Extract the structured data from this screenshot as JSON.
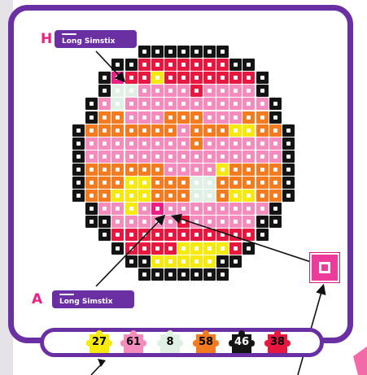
{
  "labels": {
    "top": {
      "letter": "H",
      "text": "Long Simstix"
    },
    "bottom": {
      "letter": "A",
      "text": "Long Simstix"
    }
  },
  "palette": {
    "K": "#141414",
    "R": "#e8173f",
    "M": "#ec1f87",
    "P": "#f48cbd",
    "O": "#f57b21",
    "Y": "#f5ea0b",
    "W": "#e0f0e5"
  },
  "grid": [
    "......KKKKKKK......",
    "....KKRRRRRRRKK....",
    "...KMRRYRRRRRRRK...",
    "...KWWPPPPRPPPPK...",
    "..KPWPPPPPPPPPPPK..",
    "..KOOPPPOOOPPPOOK..",
    ".KOOOOOOOPOOOYYOOK.",
    ".KPPPPPPPPOPPPPPPK.",
    ".KPPPPPPPPPPPPPPPK.",
    ".KOOOOOOPPPPYOOOOK.",
    ".KOOOYYOOOWWOOOOOK.",
    ".KOOYYYOOOWWOYYOOK.",
    "..KPPYPMPPPPPPPPK..",
    "..KKPPPPPRPPPPPKK..",
    "...KRRRRRRRRRRRK...",
    "....KRRRRYYYYRK....",
    ".....KKYYYYYKK.....",
    "......KKKKKKK......"
  ],
  "counts": [
    {
      "value": "27",
      "color": "#f5ea0b",
      "name": "yellow"
    },
    {
      "value": "61",
      "color": "#f48cbd",
      "name": "pink"
    },
    {
      "value": "8",
      "color": "#e0f0e5",
      "name": "white"
    },
    {
      "value": "58",
      "color": "#f57b21",
      "name": "orange"
    },
    {
      "value": "46",
      "color": "#141414",
      "name": "black"
    },
    {
      "value": "38",
      "color": "#e8173f",
      "name": "red"
    }
  ]
}
